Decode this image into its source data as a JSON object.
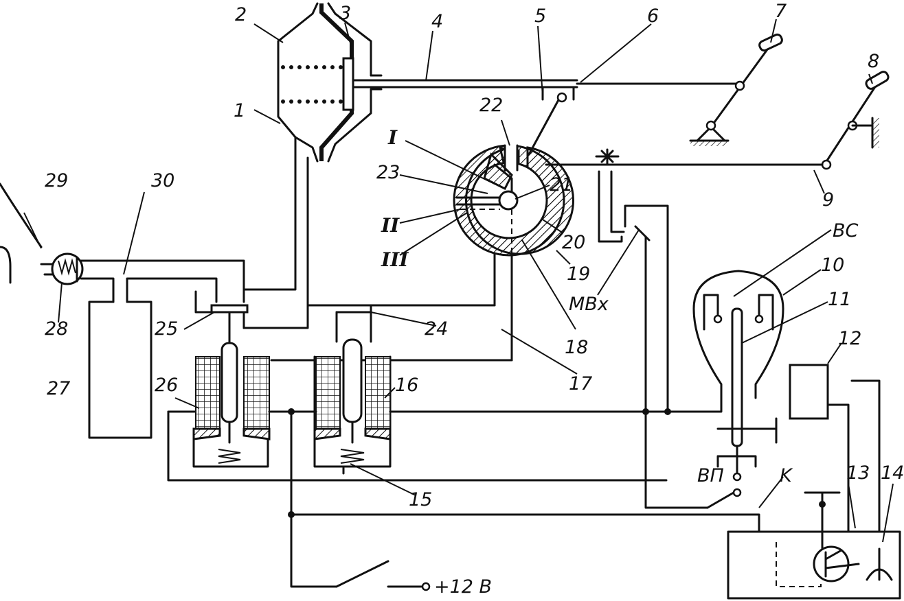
{
  "diagram": {
    "labels": {
      "n1": "1",
      "n2": "2",
      "n3": "3",
      "n4": "4",
      "n5": "5",
      "n6": "6",
      "n7": "7",
      "n8": "8",
      "n9": "9",
      "n10": "10",
      "n11": "11",
      "n12": "12",
      "n13": "13",
      "n14": "14",
      "n15": "15",
      "n16": "16",
      "n17": "17",
      "n18": "18",
      "n19": "19",
      "n20": "20",
      "n21": "21",
      "n22": "22",
      "n23": "23",
      "n24": "24",
      "n25": "25",
      "n26": "26",
      "n27": "27",
      "n28": "28",
      "n29": "29",
      "n30": "30",
      "roman1": "I",
      "roman2": "II",
      "roman3": "III",
      "mvx": "MBx",
      "bc": "BC",
      "vp": "BП",
      "k": "K",
      "power": "+12 B"
    }
  }
}
